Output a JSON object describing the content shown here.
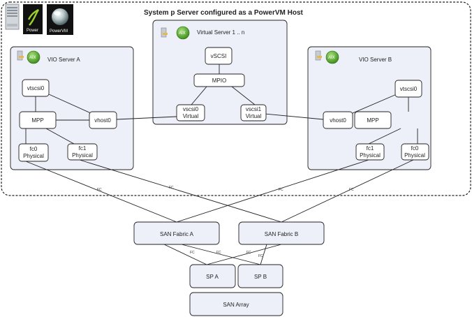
{
  "title": "System p Server configured as a PowerVM Host",
  "logos": {
    "server_icon": "server-tower-icon",
    "power_logo_text": "Power",
    "powervm_logo_text": "PowerVM",
    "aix_badge_text": "AIX"
  },
  "virtual_server": {
    "label": "Virtual Server 1 .. n",
    "vscsi": "vSCSI",
    "mpio": "MPIO",
    "vscsi0_line1": "vscsi0",
    "vscsi0_line2": "Virtual",
    "vscsi1_line1": "vscsi1",
    "vscsi1_line2": "Virtual"
  },
  "vio_a": {
    "label": "VIO Server A",
    "vtscsi": "vtscsi0",
    "mpp": "MPP",
    "vhost": "vhost0",
    "fc0_line1": "fc0",
    "fc0_line2": "Physical",
    "fc1_line1": "fc1",
    "fc1_line2": "Physical"
  },
  "vio_b": {
    "label": "VIO Server B",
    "vtscsi": "vtscsi0",
    "mpp": "MPP",
    "vhost": "vhost0",
    "fc1_line1": "fc1",
    "fc1_line2": "Physical",
    "fc0_line1": "fc0",
    "fc0_line2": "Physical"
  },
  "san": {
    "fabric_a": "SAN Fabric A",
    "fabric_b": "SAN Fabric B",
    "sp_a": "SP A",
    "sp_b": "SP B",
    "array": "SAN Array"
  },
  "link_label": "FC",
  "colors": {
    "box_fill": "#eef0f9",
    "node_fill": "#ffffff",
    "stroke": "#222222",
    "aix_green": "#5cb531"
  }
}
